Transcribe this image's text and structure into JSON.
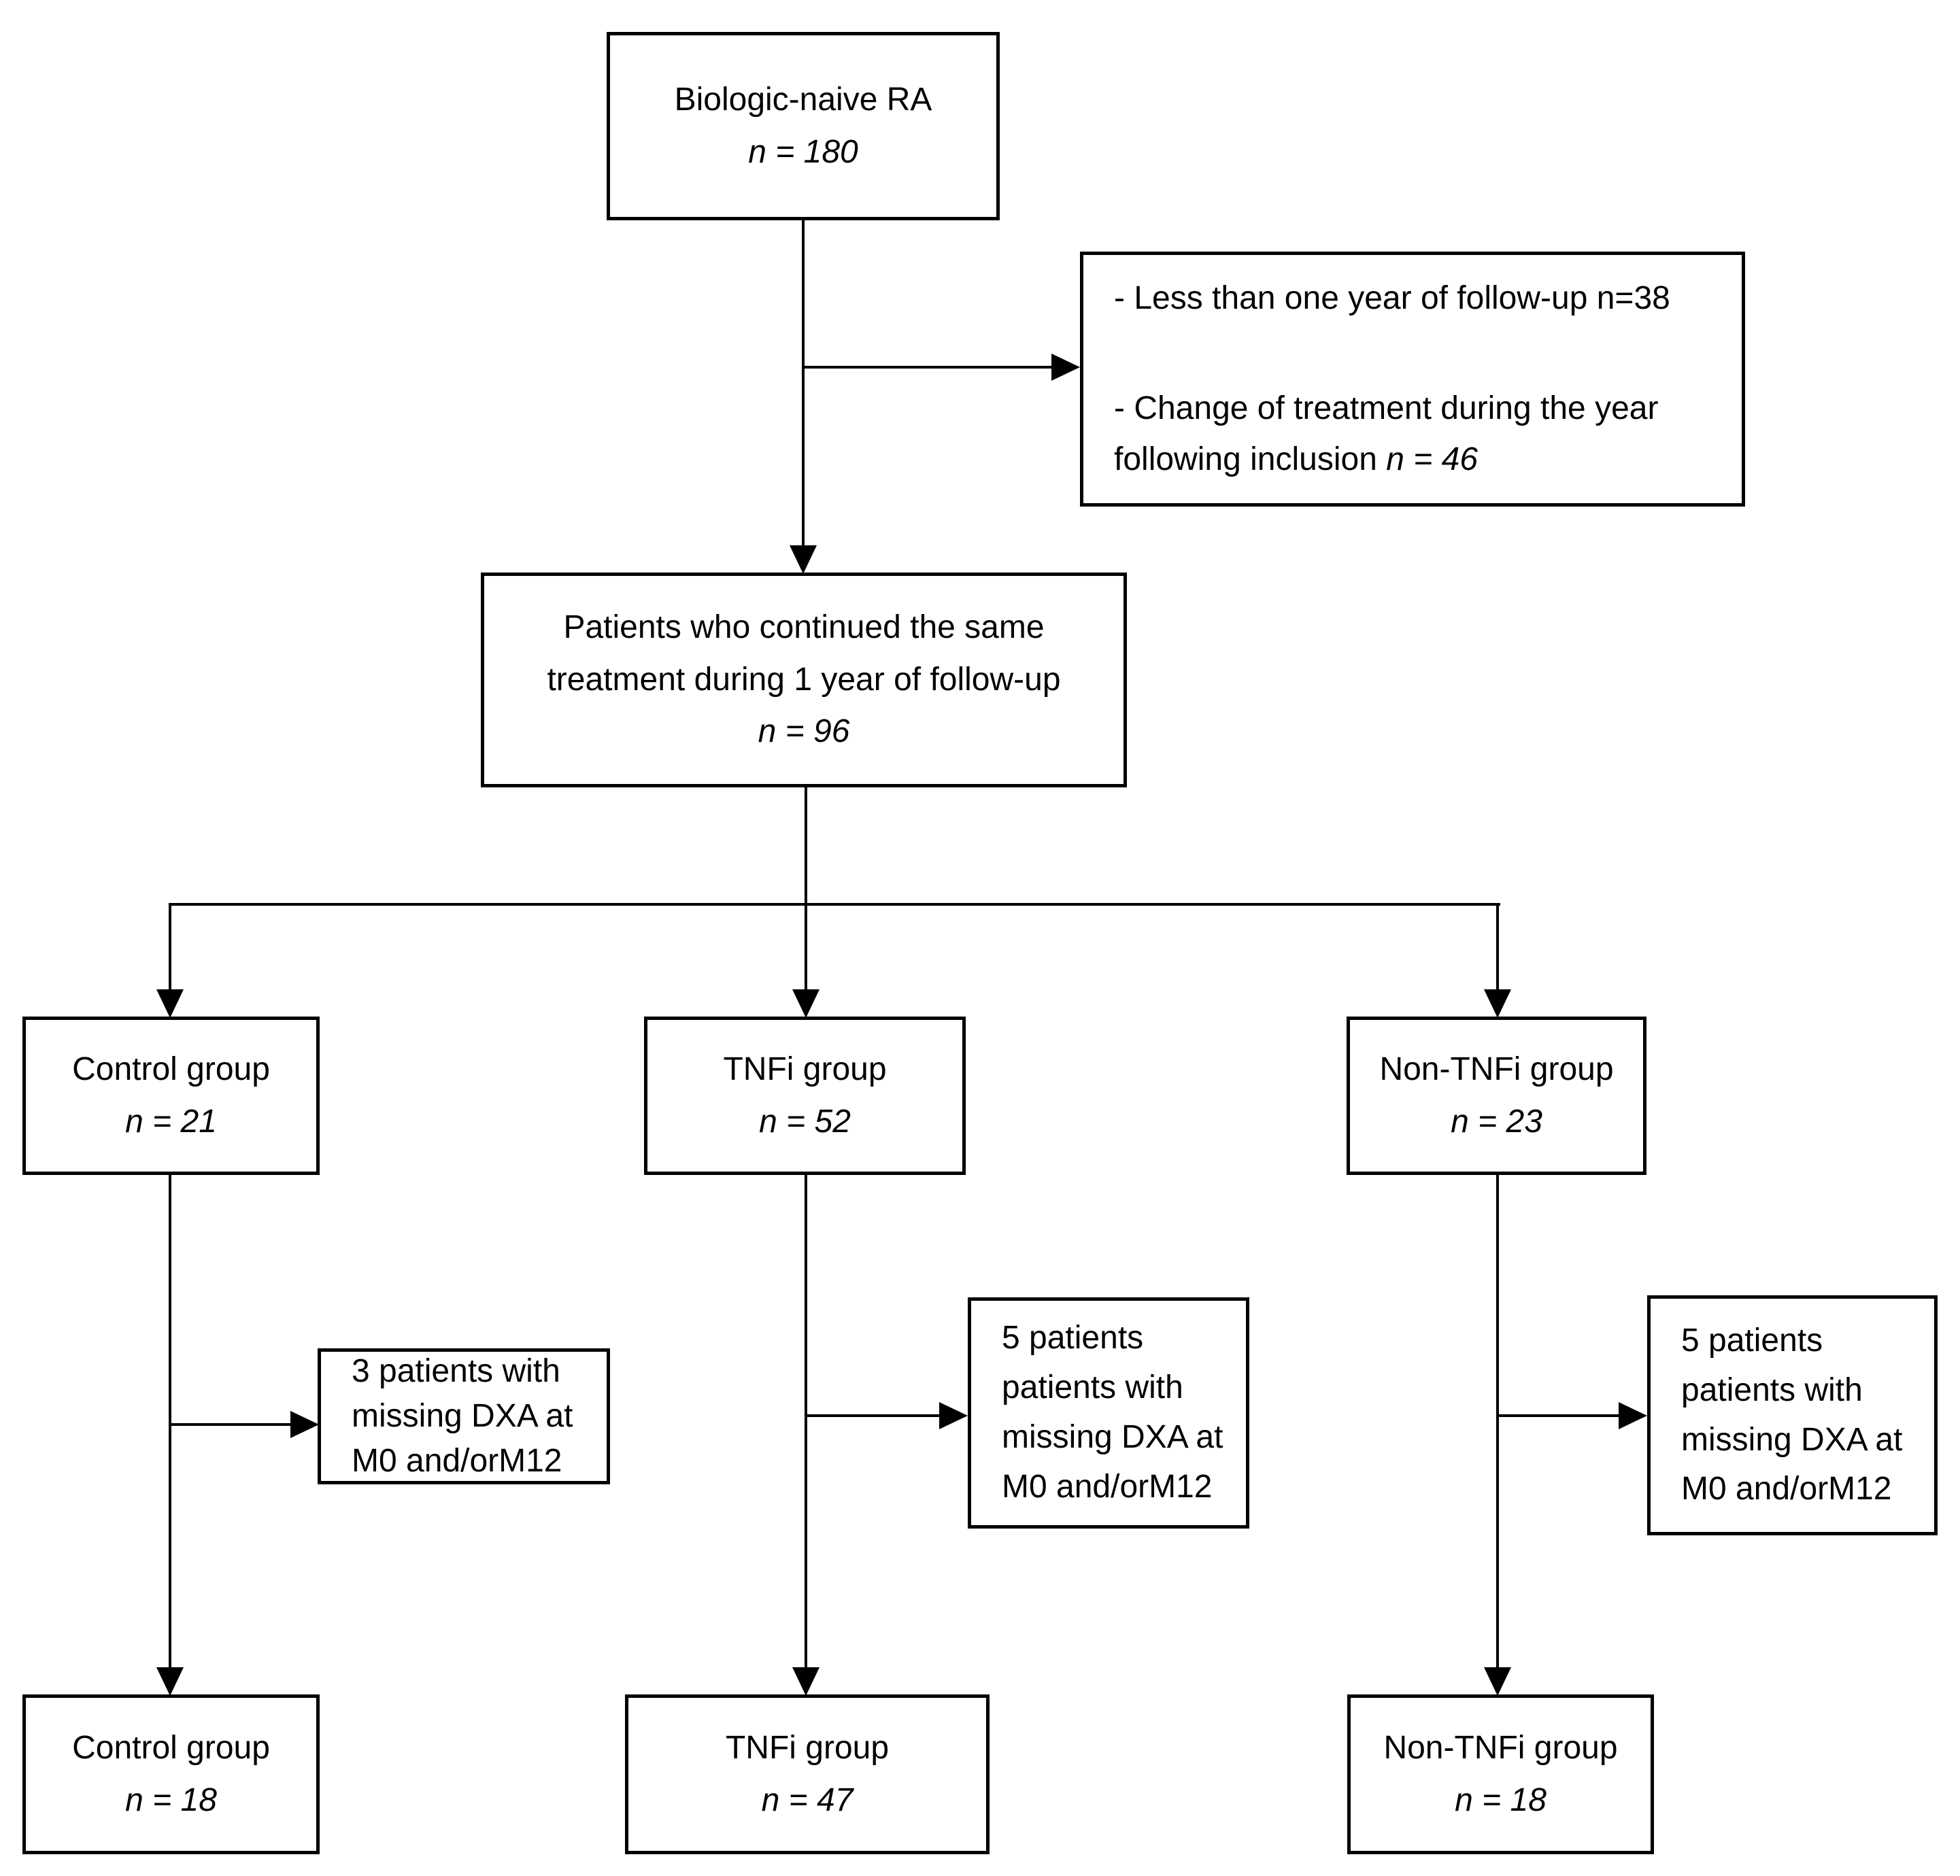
{
  "figure": {
    "background_color": "#ffffff",
    "line_color": "#000000",
    "type": "patient-flow-diagram"
  },
  "nodes": {
    "top": {
      "label": "Biologic-naive RA",
      "n": "n = 180"
    },
    "exclusion": {
      "item1": "- Less than one year of follow-up n=38",
      "item2_line1": "- Change of treatment during the year",
      "item2_line2": "following inclusion ",
      "item2_n": "n = 46"
    },
    "continued": {
      "line1": "Patients who continued the same",
      "line2": "treatment during 1 year of follow-up",
      "n": "n = 96"
    },
    "control": {
      "label": "Control group",
      "n": "n = 21"
    },
    "tnfi": {
      "label": "TNFi group",
      "n": "n = 52"
    },
    "nontnfi": {
      "label": "Non-TNFi group",
      "n": "n = 23"
    },
    "missing_control": {
      "line1": "3 patients with",
      "line2": "missing DXA at",
      "line3": "M0 and/orM12"
    },
    "missing_tnfi": {
      "line1": "5 patients",
      "line2": "patients with",
      "line3": "missing DXA at",
      "line4": "M0 and/orM12"
    },
    "missing_nontnfi": {
      "line1": "5 patients",
      "line2": "patients with",
      "line3": "missing DXA at",
      "line4": "M0 and/orM12"
    },
    "control_final": {
      "label": "Control group",
      "n": "n = 18"
    },
    "tnfi_final": {
      "label": "TNFi group",
      "n": "n = 47"
    },
    "nontnfi_final": {
      "label": "Non-TNFi group",
      "n": "n = 18"
    }
  }
}
